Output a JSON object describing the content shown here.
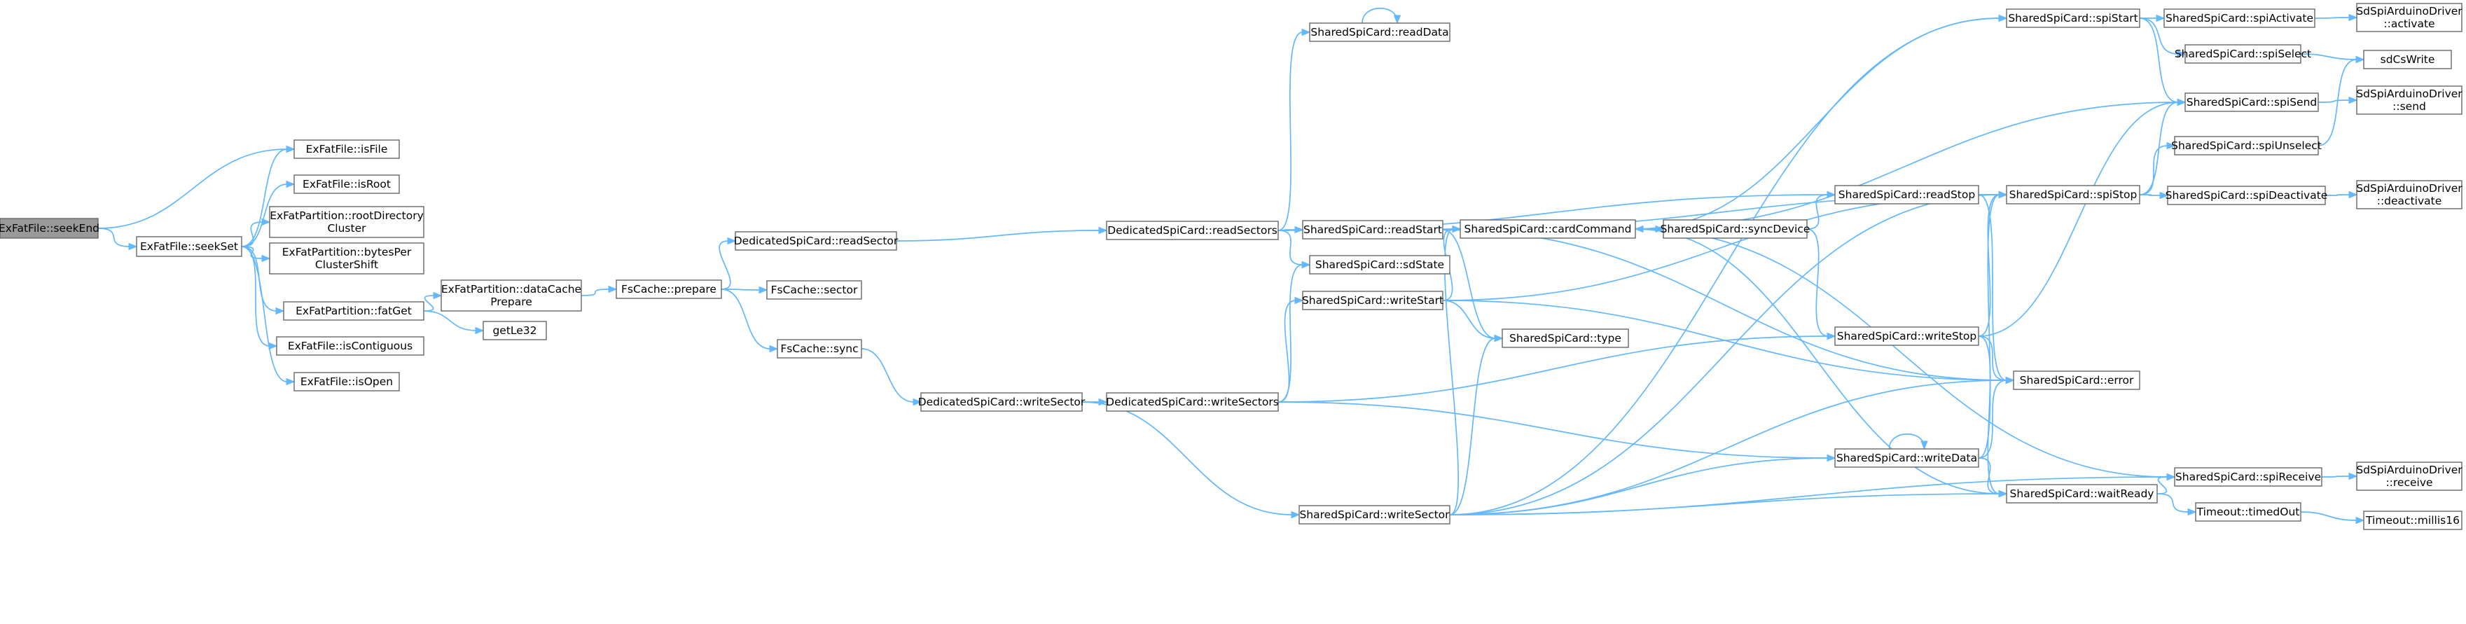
{
  "graph": {
    "edge_color": "#63b8ff",
    "node_border_color": "#666666",
    "root_fill": "#999999",
    "nodes": [
      {
        "id": "seekEnd",
        "lines": [
          "ExFatFile::seekEnd"
        ],
        "root": true
      },
      {
        "id": "seekSet",
        "lines": [
          "ExFatFile::seekSet"
        ]
      },
      {
        "id": "isFile",
        "lines": [
          "ExFatFile::isFile"
        ]
      },
      {
        "id": "isRoot",
        "lines": [
          "ExFatFile::isRoot"
        ]
      },
      {
        "id": "rootDirCluster",
        "lines": [
          "ExFatPartition::rootDirectory",
          "Cluster"
        ]
      },
      {
        "id": "bytesPerClusterShift",
        "lines": [
          "ExFatPartition::bytesPer",
          "ClusterShift"
        ]
      },
      {
        "id": "fatGet",
        "lines": [
          "ExFatPartition::fatGet"
        ]
      },
      {
        "id": "isContiguous",
        "lines": [
          "ExFatFile::isContiguous"
        ]
      },
      {
        "id": "isOpen",
        "lines": [
          "ExFatFile::isOpen"
        ]
      },
      {
        "id": "dataCachePrepare",
        "lines": [
          "ExFatPartition::dataCache",
          "Prepare"
        ]
      },
      {
        "id": "getLe32",
        "lines": [
          "getLe32"
        ]
      },
      {
        "id": "fsPrepare",
        "lines": [
          "FsCache::prepare"
        ]
      },
      {
        "id": "dedReadSector",
        "lines": [
          "DedicatedSpiCard::readSector"
        ]
      },
      {
        "id": "fsSector",
        "lines": [
          "FsCache::sector"
        ]
      },
      {
        "id": "fsSync",
        "lines": [
          "FsCache::sync"
        ]
      },
      {
        "id": "dedWriteSector",
        "lines": [
          "DedicatedSpiCard::writeSector"
        ]
      },
      {
        "id": "dedReadSectors",
        "lines": [
          "DedicatedSpiCard::readSectors"
        ]
      },
      {
        "id": "dedWriteSectors",
        "lines": [
          "DedicatedSpiCard::writeSectors"
        ]
      },
      {
        "id": "readData",
        "lines": [
          "SharedSpiCard::readData"
        ]
      },
      {
        "id": "readStart",
        "lines": [
          "SharedSpiCard::readStart"
        ]
      },
      {
        "id": "sdState",
        "lines": [
          "SharedSpiCard::sdState"
        ]
      },
      {
        "id": "writeStart",
        "lines": [
          "SharedSpiCard::writeStart"
        ]
      },
      {
        "id": "writeSector",
        "lines": [
          "SharedSpiCard::writeSector"
        ]
      },
      {
        "id": "cardCommand",
        "lines": [
          "SharedSpiCard::cardCommand"
        ]
      },
      {
        "id": "type",
        "lines": [
          "SharedSpiCard::type"
        ]
      },
      {
        "id": "syncDevice",
        "lines": [
          "SharedSpiCard::syncDevice"
        ]
      },
      {
        "id": "readStop",
        "lines": [
          "SharedSpiCard::readStop"
        ]
      },
      {
        "id": "writeStop",
        "lines": [
          "SharedSpiCard::writeStop"
        ]
      },
      {
        "id": "writeData",
        "lines": [
          "SharedSpiCard::writeData"
        ]
      },
      {
        "id": "spiStart",
        "lines": [
          "SharedSpiCard::spiStart"
        ]
      },
      {
        "id": "spiStop",
        "lines": [
          "SharedSpiCard::spiStop"
        ]
      },
      {
        "id": "error",
        "lines": [
          "SharedSpiCard::error"
        ]
      },
      {
        "id": "waitReady",
        "lines": [
          "SharedSpiCard::waitReady"
        ]
      },
      {
        "id": "spiActivate",
        "lines": [
          "SharedSpiCard::spiActivate"
        ]
      },
      {
        "id": "spiSelect",
        "lines": [
          "SharedSpiCard::spiSelect"
        ]
      },
      {
        "id": "spiSend",
        "lines": [
          "SharedSpiCard::spiSend"
        ]
      },
      {
        "id": "spiUnselect",
        "lines": [
          "SharedSpiCard::spiUnselect"
        ]
      },
      {
        "id": "spiDeactivate",
        "lines": [
          "SharedSpiCard::spiDeactivate"
        ]
      },
      {
        "id": "spiReceive",
        "lines": [
          "SharedSpiCard::spiReceive"
        ]
      },
      {
        "id": "timedOut",
        "lines": [
          "Timeout::timedOut"
        ]
      },
      {
        "id": "drvActivate",
        "lines": [
          "SdSpiArduinoDriver",
          "::activate"
        ]
      },
      {
        "id": "sdCsWrite",
        "lines": [
          "sdCsWrite"
        ]
      },
      {
        "id": "drvSend",
        "lines": [
          "SdSpiArduinoDriver",
          "::send"
        ]
      },
      {
        "id": "drvDeactivate",
        "lines": [
          "SdSpiArduinoDriver",
          "::deactivate"
        ]
      },
      {
        "id": "drvReceive",
        "lines": [
          "SdSpiArduinoDriver",
          "::receive"
        ]
      },
      {
        "id": "millis16",
        "lines": [
          "Timeout::millis16"
        ]
      }
    ],
    "edges": [
      [
        "seekEnd",
        "isFile"
      ],
      [
        "seekEnd",
        "seekSet"
      ],
      [
        "seekSet",
        "isFile"
      ],
      [
        "seekSet",
        "isRoot"
      ],
      [
        "seekSet",
        "rootDirCluster"
      ],
      [
        "seekSet",
        "bytesPerClusterShift"
      ],
      [
        "seekSet",
        "fatGet"
      ],
      [
        "seekSet",
        "isContiguous"
      ],
      [
        "seekSet",
        "isOpen"
      ],
      [
        "fatGet",
        "dataCachePrepare"
      ],
      [
        "fatGet",
        "getLe32"
      ],
      [
        "dataCachePrepare",
        "fsPrepare"
      ],
      [
        "fsPrepare",
        "dedReadSector"
      ],
      [
        "fsPrepare",
        "fsSector"
      ],
      [
        "fsPrepare",
        "fsSync"
      ],
      [
        "dedReadSector",
        "dedReadSectors"
      ],
      [
        "fsSync",
        "dedWriteSector"
      ],
      [
        "dedWriteSector",
        "dedWriteSectors"
      ],
      [
        "dedWriteSector",
        "writeSector"
      ],
      [
        "dedReadSectors",
        "readData"
      ],
      [
        "dedReadSectors",
        "readStart"
      ],
      [
        "dedReadSectors",
        "sdState"
      ],
      [
        "dedReadSectors",
        "readStop"
      ],
      [
        "dedWriteSectors",
        "sdState"
      ],
      [
        "dedWriteSectors",
        "writeStart"
      ],
      [
        "dedWriteSectors",
        "writeData"
      ],
      [
        "dedWriteSectors",
        "writeStop"
      ],
      [
        "readData",
        "readData"
      ],
      [
        "readStart",
        "cardCommand"
      ],
      [
        "readStart",
        "type"
      ],
      [
        "readStart",
        "spiStop"
      ],
      [
        "readStart",
        "error"
      ],
      [
        "writeStart",
        "cardCommand"
      ],
      [
        "writeStart",
        "type"
      ],
      [
        "writeStart",
        "spiStop"
      ],
      [
        "writeStart",
        "error"
      ],
      [
        "writeSector",
        "cardCommand"
      ],
      [
        "writeSector",
        "type"
      ],
      [
        "writeSector",
        "writeData"
      ],
      [
        "writeSector",
        "spiStop"
      ],
      [
        "writeSector",
        "error"
      ],
      [
        "writeSector",
        "waitReady"
      ],
      [
        "writeSector",
        "spiReceive"
      ],
      [
        "writeSector",
        "spiStart"
      ],
      [
        "cardCommand",
        "syncDevice"
      ],
      [
        "cardCommand",
        "spiSend"
      ],
      [
        "cardCommand",
        "spiReceive"
      ],
      [
        "cardCommand",
        "waitReady"
      ],
      [
        "cardCommand",
        "spiStart"
      ],
      [
        "syncDevice",
        "cardCommand"
      ],
      [
        "syncDevice",
        "readStop"
      ],
      [
        "syncDevice",
        "writeStop"
      ],
      [
        "readStop",
        "spiStop"
      ],
      [
        "readStop",
        "error"
      ],
      [
        "writeStop",
        "spiStop"
      ],
      [
        "writeStop",
        "error"
      ],
      [
        "writeStop",
        "waitReady"
      ],
      [
        "writeStop",
        "spiSend"
      ],
      [
        "writeData",
        "writeData"
      ],
      [
        "writeData",
        "spiStop"
      ],
      [
        "writeData",
        "error"
      ],
      [
        "writeData",
        "waitReady"
      ],
      [
        "spiStart",
        "spiActivate"
      ],
      [
        "spiStart",
        "spiSelect"
      ],
      [
        "spiStart",
        "spiSend"
      ],
      [
        "spiStop",
        "spiSend"
      ],
      [
        "spiStop",
        "spiUnselect"
      ],
      [
        "spiStop",
        "spiDeactivate"
      ],
      [
        "spiActivate",
        "drvActivate"
      ],
      [
        "spiSelect",
        "sdCsWrite"
      ],
      [
        "spiSend",
        "drvSend"
      ],
      [
        "spiUnselect",
        "sdCsWrite"
      ],
      [
        "spiDeactivate",
        "drvDeactivate"
      ],
      [
        "waitReady",
        "spiReceive"
      ],
      [
        "waitReady",
        "timedOut"
      ],
      [
        "spiReceive",
        "drvReceive"
      ],
      [
        "timedOut",
        "millis16"
      ]
    ]
  }
}
